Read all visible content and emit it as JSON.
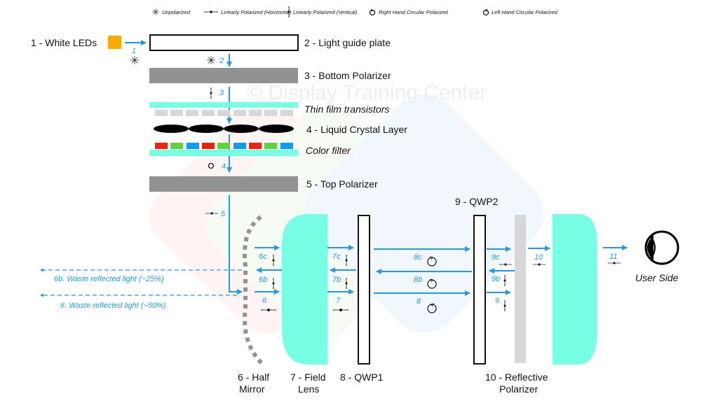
{
  "watermark": "© Display Training Center",
  "legend": [
    {
      "icon": "unpolarized-icon",
      "label": "Unpolarized"
    },
    {
      "icon": "linear-horizontal-icon",
      "label": "Linearly Polarized (Horizontal)"
    },
    {
      "icon": "linear-vertical-icon",
      "label": "Linearly Polarized (Vertical)"
    },
    {
      "icon": "rhcp-icon",
      "label": "Right Hand Circular Polarized"
    },
    {
      "icon": "lhcp-icon",
      "label": "Left Hand Circular Polarized"
    }
  ],
  "components": {
    "leds": "1 - White LEDs",
    "light_guide": "2 - Light guide plate",
    "bottom_polarizer": "3 - Bottom Polarizer",
    "tft": "Thin film transistors",
    "liquid_crystal": "4 - Liquid Crystal Layer",
    "color_filter": "Color filter",
    "top_polarizer": "5 - Top Polarizer",
    "qwp2": "9 - QWP2",
    "half_mirror_1": "6 - Half",
    "half_mirror_2": "Mirror",
    "field_lens_1": "7 - Field",
    "field_lens_2": "Lens",
    "qwp1": "8 - QWP1",
    "reflective_polarizer_1": "10 - Reflective",
    "reflective_polarizer_2": "Polarizer",
    "user_side": "User Side"
  },
  "colors": {
    "ray": "#1e9bf0",
    "led": "#ffaa00",
    "cyan": "#77ffe6",
    "polarizer": "#929292",
    "tft": "#d7d7d7",
    "cf_red": "#ee2211",
    "cf_green": "#5ed43a",
    "cf_blue": "#0c9cf0"
  },
  "color_filter_sequence": [
    "red",
    "green",
    "blue",
    "red",
    "green",
    "blue",
    "red",
    "green",
    "blue"
  ],
  "ray_labels": {
    "r1": "1",
    "r2": "2",
    "r3": "3",
    "r4": "4",
    "r5": "5",
    "r6": "6",
    "r6b": "6b",
    "r6c": "6c",
    "r7": "7",
    "r7b": "7b",
    "r7c": "7c",
    "r8": "8",
    "r8b": "8b",
    "r8c": "8c",
    "r9": "9",
    "r9b": "9b",
    "r9c": "9c",
    "r10": "10",
    "r11": "11"
  },
  "waste": {
    "w25": "6b. Waste reflected light (~25%)",
    "w50": "6. Waste reflected light (~50%)"
  }
}
